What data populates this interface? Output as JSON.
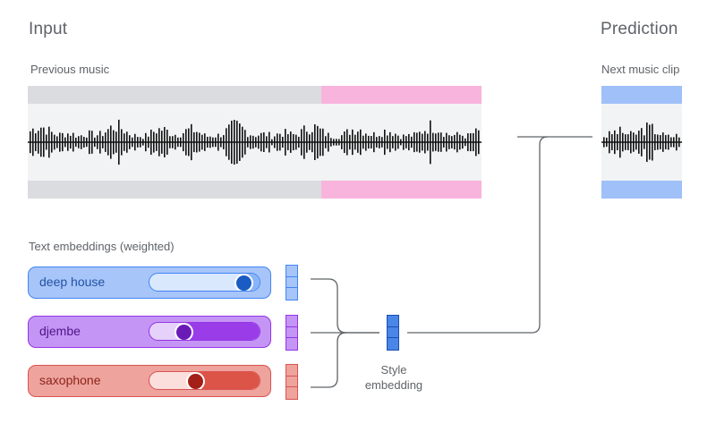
{
  "input_title": "Input",
  "prediction_title": "Prediction",
  "previous_music_label": "Previous music",
  "next_clip_label": "Next music clip",
  "text_embeddings_label": "Text embeddings (weighted)",
  "style_embedding_label": "Style embedding",
  "prompts": [
    {
      "text": "deep house",
      "weight": 0.93,
      "color": "#4285f4",
      "bg": "#a7c5f9",
      "track_bg": "#d9e8fd",
      "fill": "#8ab4f8",
      "knob": "#1a5cc4",
      "text_color": "#2353a3"
    },
    {
      "text": "djembe",
      "weight": 0.26,
      "color": "#9334e6",
      "bg": "#c595f5",
      "track_bg": "#e6d1fb",
      "fill": "#9a3de8",
      "knob": "#6a1bb7",
      "text_color": "#4e1488"
    },
    {
      "text": "saxophone",
      "weight": 0.39,
      "color": "#d9534f",
      "bg": "#eea39d",
      "track_bg": "#fbdfdc",
      "fill": "#dc5347",
      "knob": "#a31f17",
      "text_color": "#8d241b"
    }
  ],
  "colors": {
    "context_gray": "#dadce0",
    "context_pink": "#f8b4dc",
    "prediction_blue": "#9fc0f8",
    "style_vector": "#4a86e8"
  }
}
